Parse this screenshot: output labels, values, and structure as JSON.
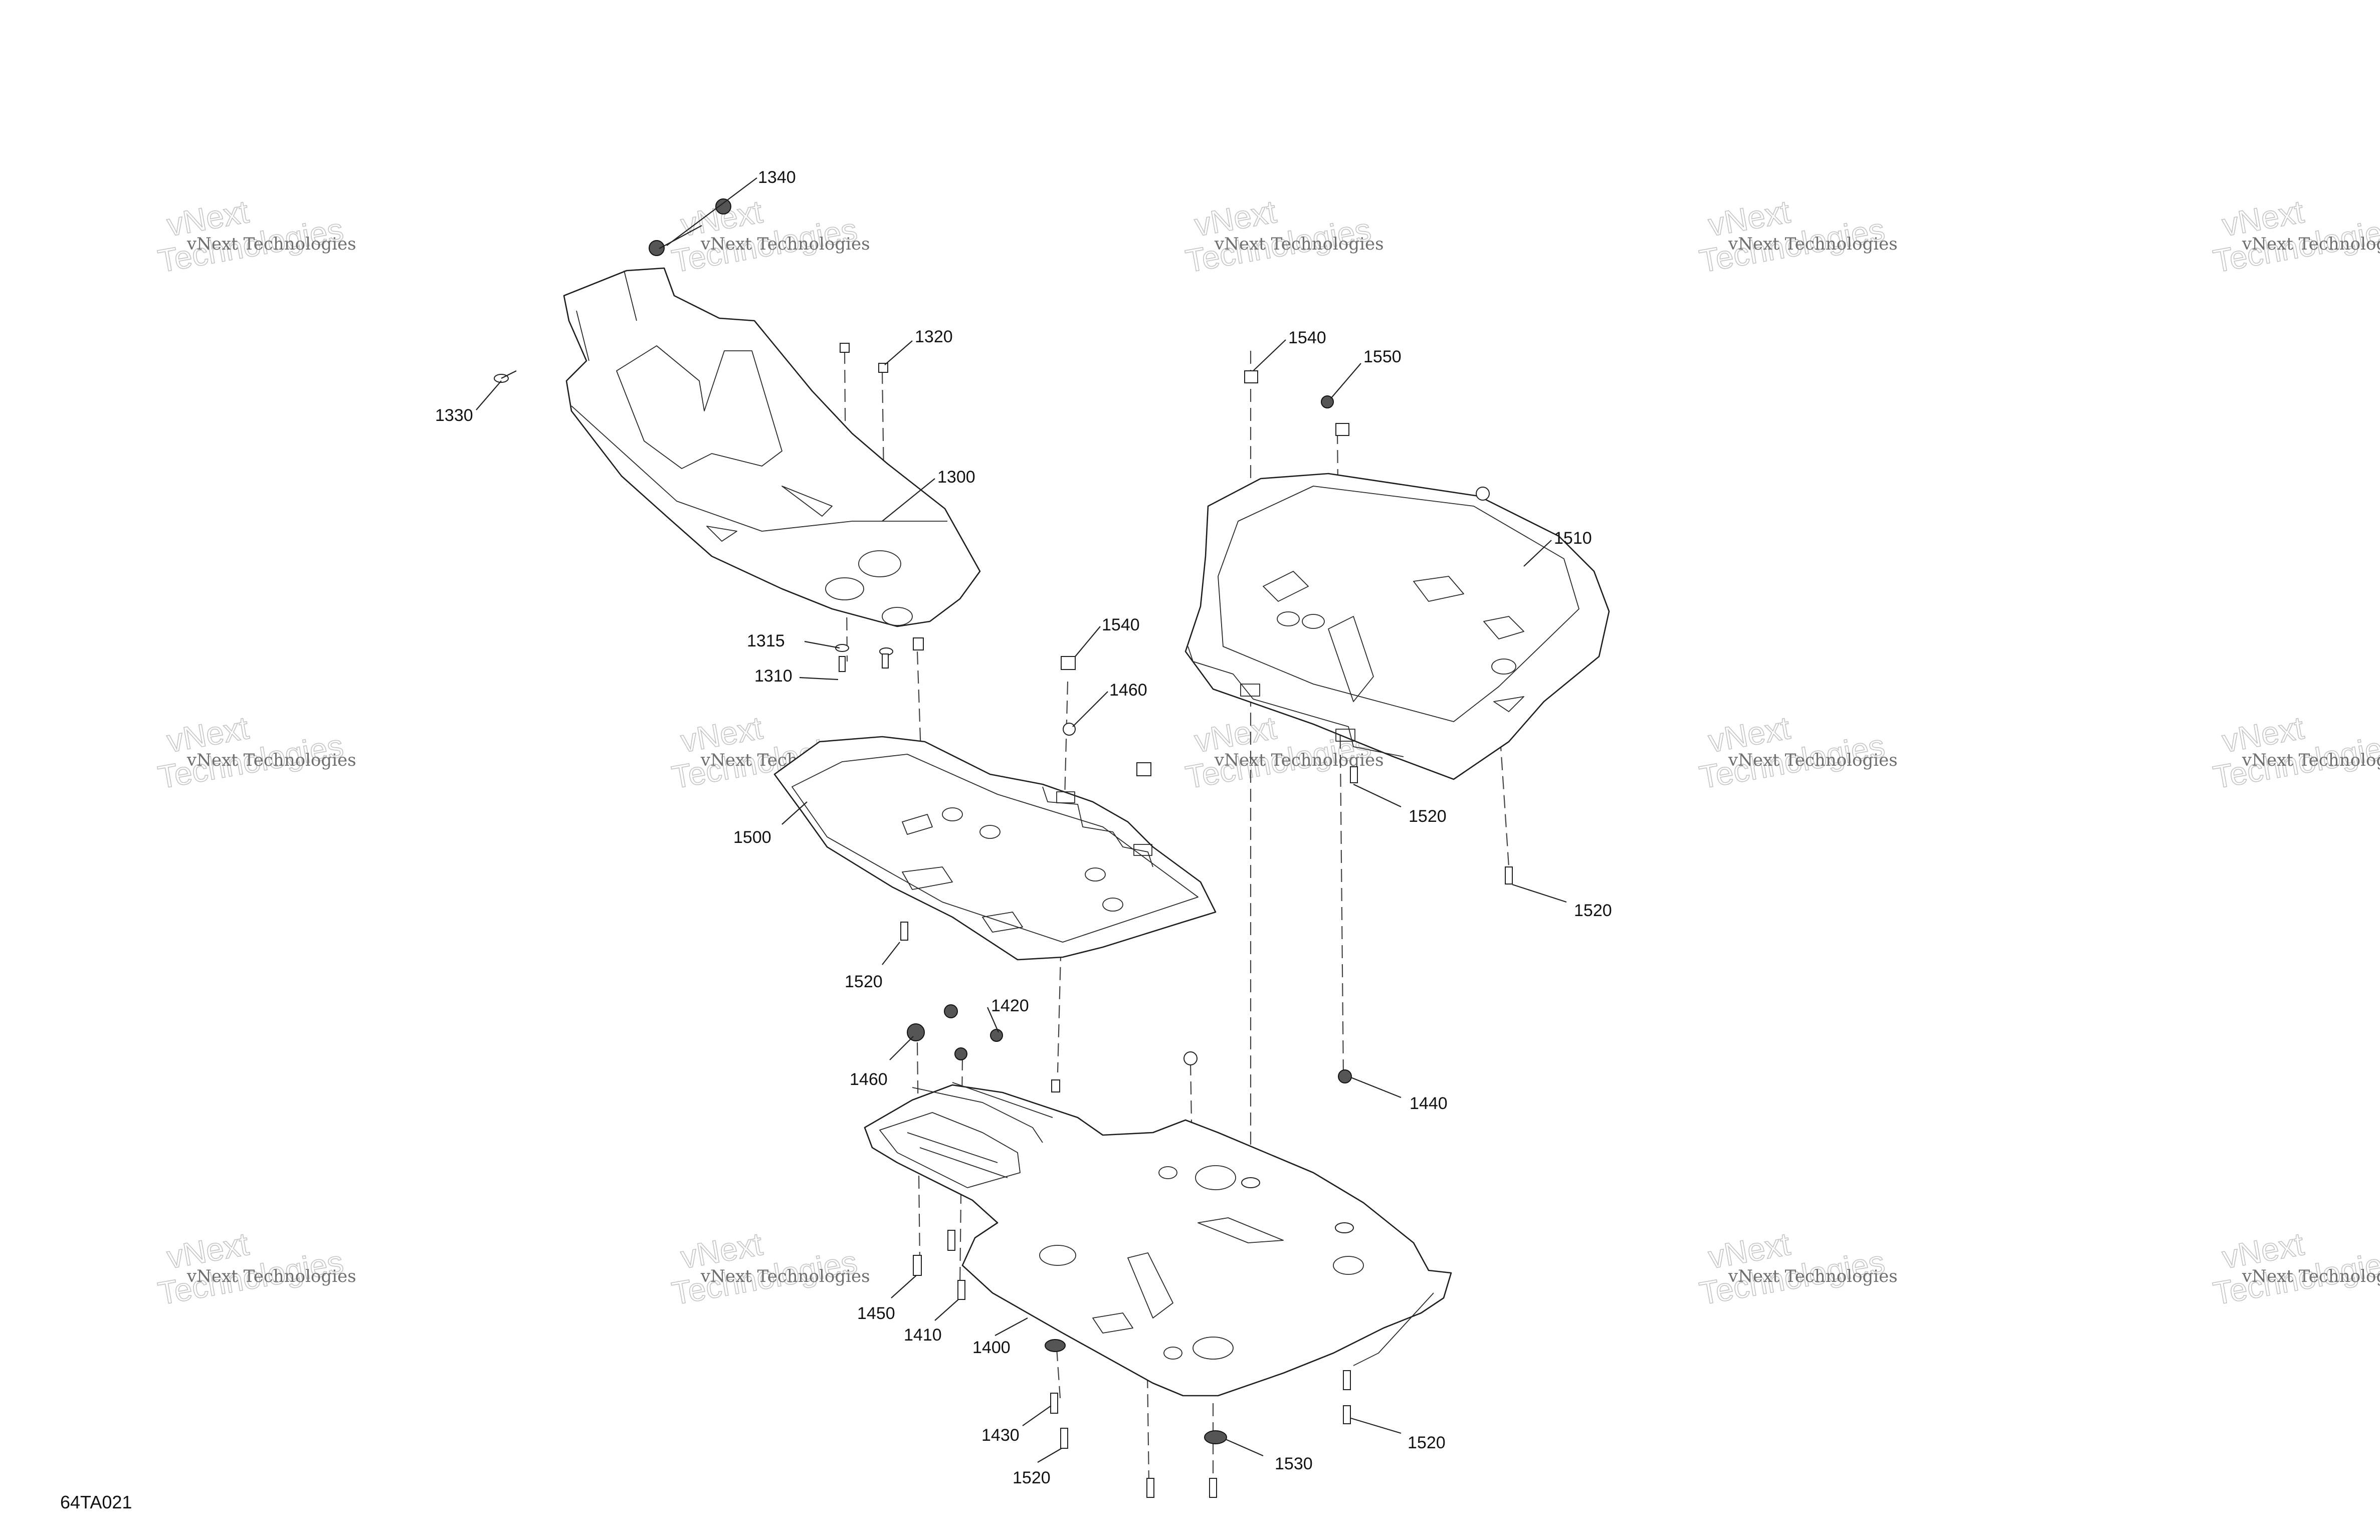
{
  "diagram_code": "64TA021",
  "watermark": {
    "line1": "vNext Technologies",
    "line2_outline": "vNext",
    "line3_outline": "Technologies"
  },
  "callouts": [
    {
      "id": "c1340",
      "label": "1340"
    },
    {
      "id": "c1330",
      "label": "1330"
    },
    {
      "id": "c1320",
      "label": "1320"
    },
    {
      "id": "c1300",
      "label": "1300"
    },
    {
      "id": "c1315",
      "label": "1315"
    },
    {
      "id": "c1310",
      "label": "1310"
    },
    {
      "id": "c1540a",
      "label": "1540"
    },
    {
      "id": "c1550",
      "label": "1550"
    },
    {
      "id": "c1510",
      "label": "1510"
    },
    {
      "id": "c1540b",
      "label": "1540"
    },
    {
      "id": "c1460a",
      "label": "1460"
    },
    {
      "id": "c1500",
      "label": "1500"
    },
    {
      "id": "c1520a",
      "label": "1520"
    },
    {
      "id": "c1520b",
      "label": "1520"
    },
    {
      "id": "c1520c",
      "label": "1520"
    },
    {
      "id": "c1420",
      "label": "1420"
    },
    {
      "id": "c1460b",
      "label": "1460"
    },
    {
      "id": "c1440",
      "label": "1440"
    },
    {
      "id": "c1450",
      "label": "1450"
    },
    {
      "id": "c1410",
      "label": "1410"
    },
    {
      "id": "c1400",
      "label": "1400"
    },
    {
      "id": "c1430",
      "label": "1430"
    },
    {
      "id": "c1520d",
      "label": "1520"
    },
    {
      "id": "c1530",
      "label": "1530"
    },
    {
      "id": "c1520e",
      "label": "1520"
    }
  ]
}
